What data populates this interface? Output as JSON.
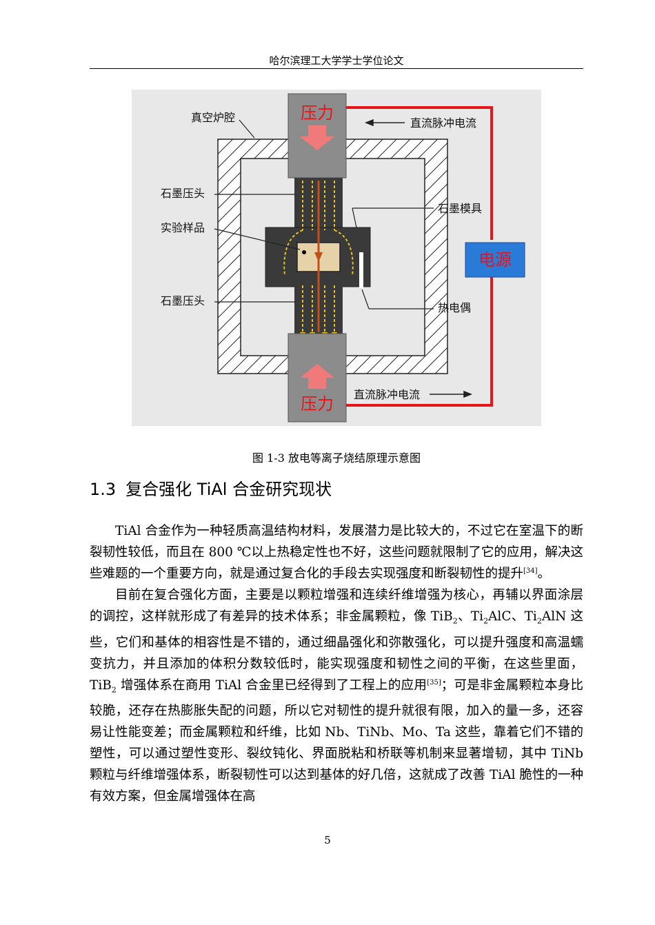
{
  "header": {
    "title": "哈尔滨理工大学学士学位论文"
  },
  "figure": {
    "labels": {
      "pressure_top": "压力",
      "pressure_bottom": "压力",
      "vacuum_chamber": "真空炉腔",
      "dc_pulse_top": "直流脉冲电流",
      "dc_pulse_bottom": "直流脉冲电流",
      "graphite_punch_top": "石墨压头",
      "graphite_punch_bottom": "石墨压头",
      "sample": "实验样品",
      "graphite_die": "石墨模具",
      "power_supply": "电源",
      "thermocouple": "热电偶"
    },
    "colors": {
      "wire": "#e8141c",
      "power_box": "#2a7ad8",
      "pressure_text": "#e8141c",
      "pressure_arrow": "#f07a7a",
      "punch_gray": "#8c8c8c",
      "die_dark": "#3a3a3a",
      "sample": "#e6d2a8",
      "current_arrow": "#e8c020"
    }
  },
  "caption": "图 1-3 放电等离子烧结原理示意图",
  "section": {
    "number": "1.3",
    "title": "复合强化 TiAl 合金研究现状"
  },
  "paragraphs": {
    "p1_a": "TiAl 合金作为一种轻质高温结构材料，发展潜力是比较大的，不过它在室温下的断裂韧性较低，而且在 800 ℃以上热稳定性也不好，这些问题就限制了它的应用，解决这些难题的一个重要方向，就是通过复合化的手段去实现强度和断裂韧性的提升",
    "p1_ref": "[34]",
    "p1_end": "。",
    "p2_a": "目前在复合强化方面，主要是以颗粒增强和连续纤维增强为核心，再辅以界面涂层的调控，这样就形成了有差异的技术体系；非金属颗粒，像 TiB",
    "sub_2": "2",
    "p2_b": "、Ti",
    "p2_c": "AlC、Ti",
    "p2_d": "AlN 这些，它们和基体的相容性是不错的，通过细晶强化和弥散强化，可以提升强度和高温蠕变抗力，并且添加的体积分数较低时，能实现强度和韧性之间的平衡，在这些里面，TiB",
    "p2_e": " 增强体系在商用 TiAl 合金里已经得到了工程上的应用",
    "p2_ref": "[35]",
    "p2_f": "；可是非金属颗粒本身比较脆，还存在热膨胀失配的问题，所以它对韧性的提升就很有限，加入的量一多，还容易让性能变差；而金属颗粒和纤维，比如 Nb、TiNb、Mo、Ta 这些，靠着它们不错的塑性，可以通过塑性变形、裂纹钝化、界面脱粘和桥联等机制来显著增韧，其中 TiNb 颗粒与纤维增强体系，断裂韧性可以达到基体的好几倍，这就成了改善 TiAl 脆性的一种有效方案，但金属增强体在高"
  },
  "page_number": "5"
}
